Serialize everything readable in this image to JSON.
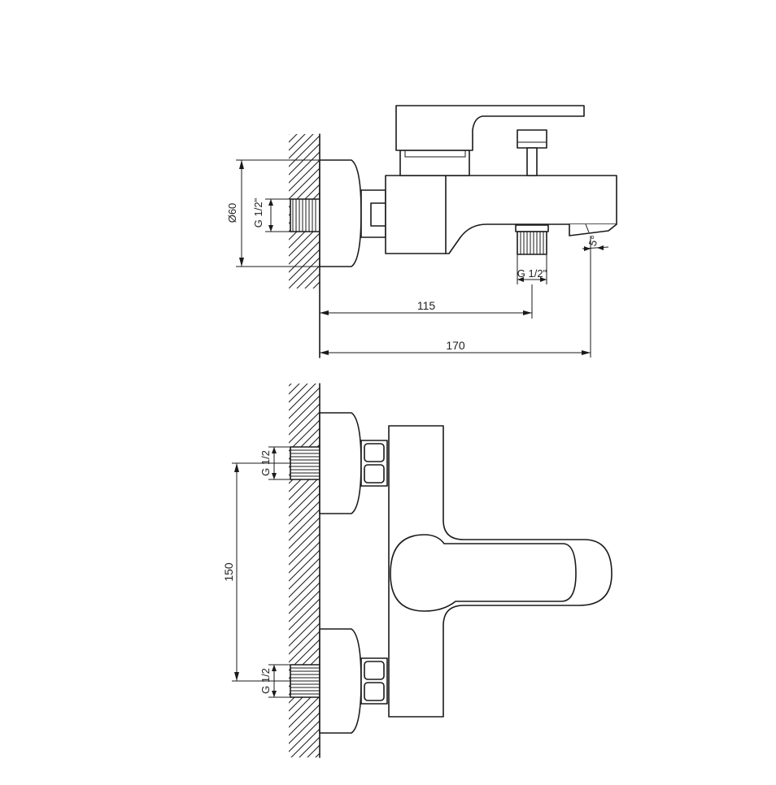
{
  "side_view": {
    "dim_diameter": "Ø60",
    "dim_inlet_thread": "G 1/2\"",
    "dim_outlet_thread": "G 1/2\"",
    "dim_angle": "5°",
    "dim_outlet_distance": "115",
    "dim_total_depth": "170"
  },
  "front_view": {
    "dim_top_thread": "G 1/2",
    "dim_bottom_thread": "G 1/2",
    "dim_centers": "150"
  }
}
